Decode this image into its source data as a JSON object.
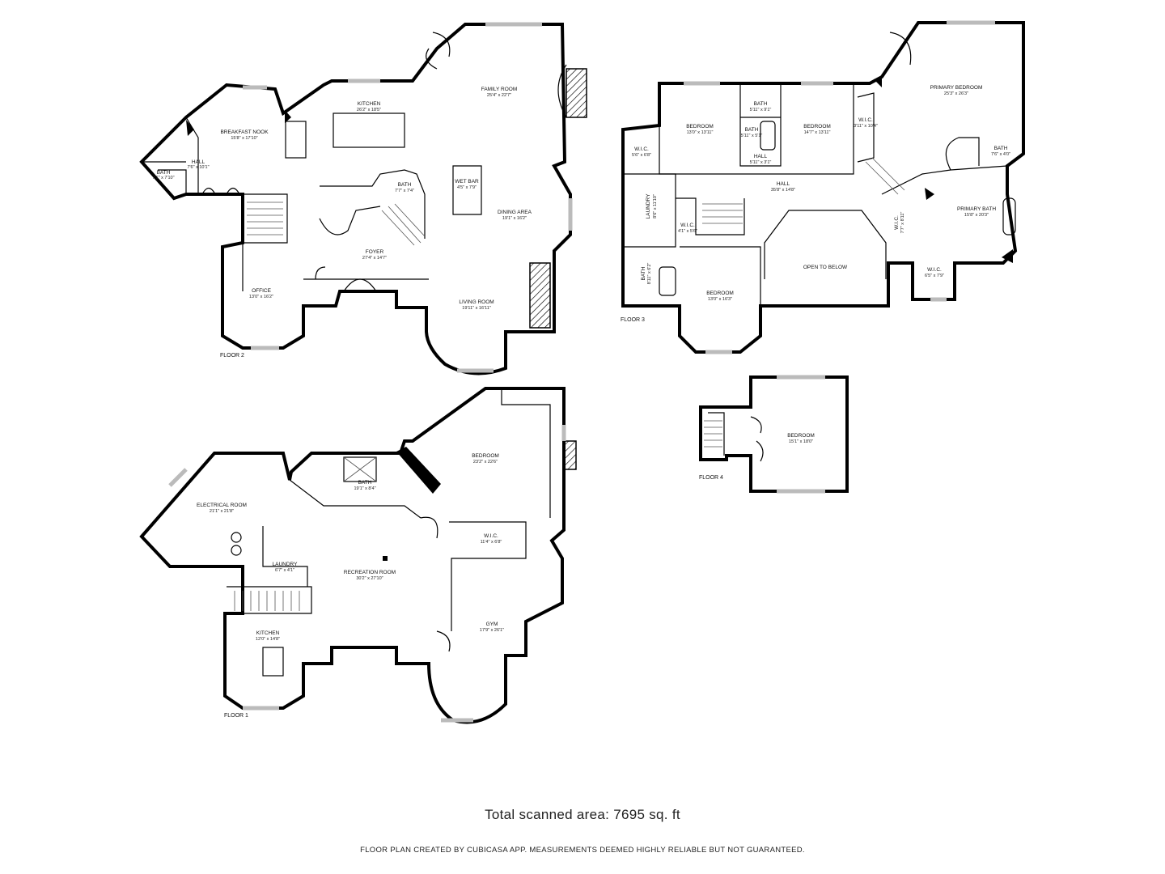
{
  "floors": [
    {
      "name": "FLOOR 2",
      "rooms": [
        {
          "name": "FAMILY ROOM",
          "dims": "25'4\" x 22'7\""
        },
        {
          "name": "KITCHEN",
          "dims": "26'2\" x 18'5\""
        },
        {
          "name": "BREAKFAST NOOK",
          "dims": "15'8\" x 17'10\""
        },
        {
          "name": "HALL",
          "dims": "7'6\" x 10'1\""
        },
        {
          "name": "BATH",
          "dims": "7'1\" x 7'10\""
        },
        {
          "name": "BATH",
          "dims": "7'7\" x 7'4\""
        },
        {
          "name": "WET BAR",
          "dims": "4'5\" x 7'9\""
        },
        {
          "name": "DINING AREA",
          "dims": "19'1\" x 16'2\""
        },
        {
          "name": "FOYER",
          "dims": "27'4\" x 14'7\""
        },
        {
          "name": "OFFICE",
          "dims": "13'0\" x 16'2\""
        },
        {
          "name": "LIVING ROOM",
          "dims": "19'11\" x 16'11\""
        }
      ]
    },
    {
      "name": "FLOOR 3",
      "rooms": [
        {
          "name": "PRIMARY BEDROOM",
          "dims": "25'3\" x 26'3\""
        },
        {
          "name": "BEDROOM",
          "dims": "13'0\" x 13'11\""
        },
        {
          "name": "BATH",
          "dims": "5'11\" x 9'1\""
        },
        {
          "name": "BATH",
          "dims": "5'11\" x 5'1\""
        },
        {
          "name": "BEDROOM",
          "dims": "14'7\" x 13'11\""
        },
        {
          "name": "W.I.C.",
          "dims": "3'11\" x 10'4\""
        },
        {
          "name": "W.I.C.",
          "dims": "5'6\" x 6'8\""
        },
        {
          "name": "HALL",
          "dims": "5'11\" x 3'1\""
        },
        {
          "name": "BATH",
          "dims": "7'6\" x 4'0\""
        },
        {
          "name": "HALL",
          "dims": "35'8\" x 14'8\""
        },
        {
          "name": "LAUNDRY",
          "dims": "8'6\" x 11'10\""
        },
        {
          "name": "W.I.C.",
          "dims": "4'1\" x 5'6\""
        },
        {
          "name": "PRIMARY BATH",
          "dims": "15'8\" x 20'3\""
        },
        {
          "name": "W.I.C.",
          "dims": "7'7\" x 8'11\""
        },
        {
          "name": "BATH",
          "dims": "8'11\" x 6'2\""
        },
        {
          "name": "BEDROOM",
          "dims": "13'0\" x 16'3\""
        },
        {
          "name": "OPEN TO BELOW",
          "dims": ""
        },
        {
          "name": "W.I.C.",
          "dims": "6'5\" x 7'9\""
        }
      ]
    },
    {
      "name": "FLOOR 1",
      "rooms": [
        {
          "name": "BEDROOM",
          "dims": "23'2\" x 22'6\""
        },
        {
          "name": "BATH",
          "dims": "19'1\" x 8'4\""
        },
        {
          "name": "ELECTRICAL ROOM",
          "dims": "21'1\" x 21'8\""
        },
        {
          "name": "W.I.C.",
          "dims": "11'4\" x 6'8\""
        },
        {
          "name": "LAUNDRY",
          "dims": "6'7\" x 4'1\""
        },
        {
          "name": "RECREATION ROOM",
          "dims": "30'2\" x 27'10\""
        },
        {
          "name": "GYM",
          "dims": "17'9\" x 26'1\""
        },
        {
          "name": "KITCHEN",
          "dims": "12'0\" x 14'8\""
        }
      ]
    },
    {
      "name": "FLOOR 4",
      "rooms": [
        {
          "name": "BEDROOM",
          "dims": "15'1\" x 18'0\""
        }
      ]
    }
  ],
  "total_scanned_area": "Total scanned area: 7695 sq. ft",
  "credit": "FLOOR PLAN CREATED BY CUBICASA APP. MEASUREMENTS DEEMED HIGHLY RELIABLE BUT NOT GUARANTEED."
}
